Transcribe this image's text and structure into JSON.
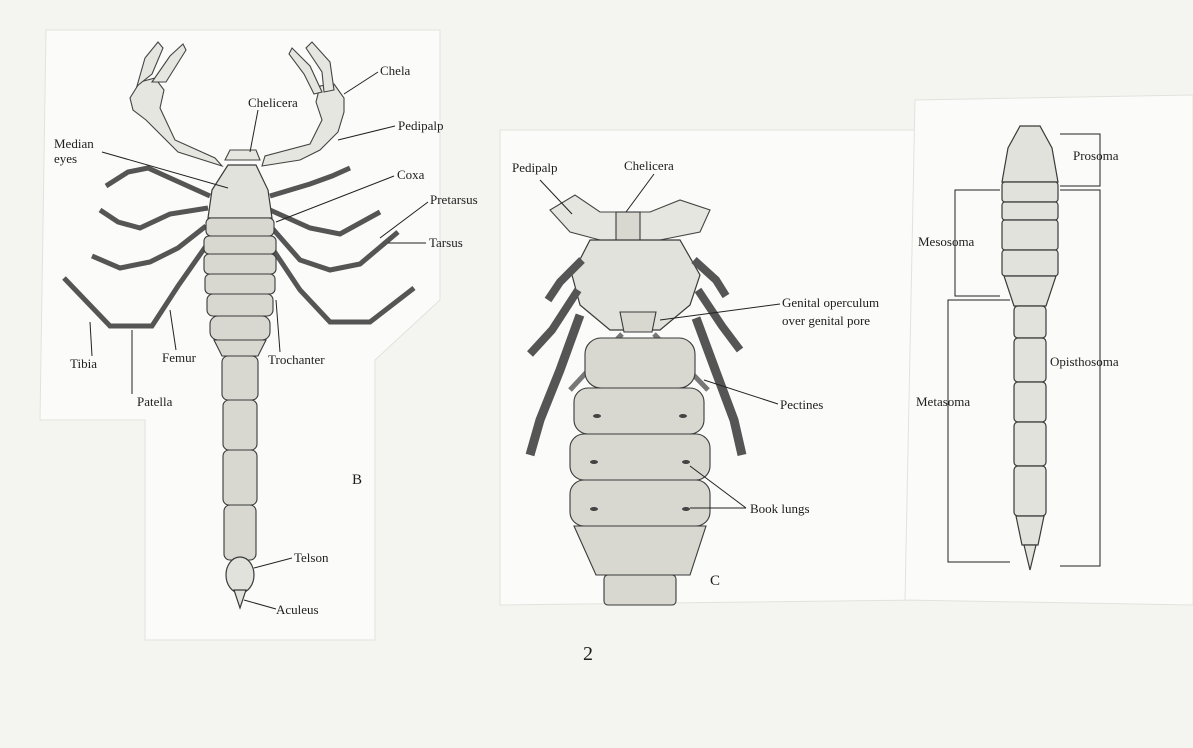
{
  "figure_number": "2",
  "panels": {
    "dorsal": {
      "letter": "B",
      "labels": {
        "chela": "Chela",
        "chelicera": "Chelicera",
        "pedipalp": "Pedipalp",
        "median_eyes_line1": "Median",
        "median_eyes_line2": "eyes",
        "coxa": "Coxa",
        "pretarsus": "Pretarsus",
        "tarsus": "Tarsus",
        "tibia": "Tibia",
        "femur": "Femur",
        "trochanter": "Trochanter",
        "patella": "Patella",
        "telson": "Telson",
        "aculeus": "Aculeus"
      }
    },
    "ventral": {
      "letter": "C",
      "labels": {
        "pedipalp": "Pedipalp",
        "chelicera": "Chelicera",
        "genital_line1": "Genital operculum",
        "genital_line2": "over genital pore",
        "pectines": "Pectines",
        "book_lungs": "Book lungs"
      }
    },
    "lateral": {
      "labels": {
        "prosoma": "Prosoma",
        "mesosoma": "Mesosoma",
        "opisthosoma": "Opisthosoma",
        "metasoma": "Metasoma"
      }
    }
  }
}
